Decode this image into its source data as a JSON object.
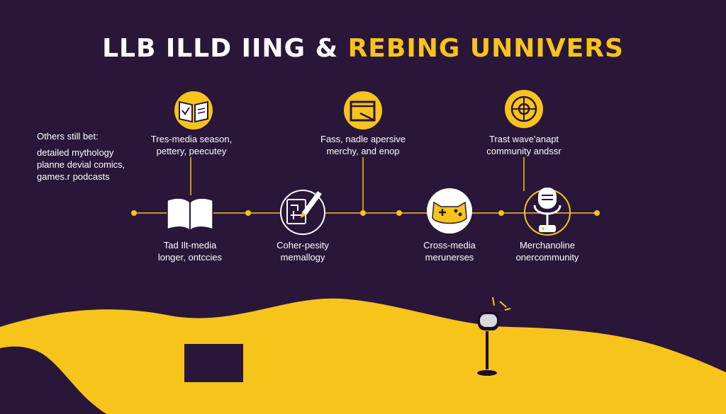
{
  "title": {
    "part1": "LLB ILLD IING &",
    "part2": "REBING UNNIVERS"
  },
  "colors": {
    "background": "#2a1639",
    "accent": "#f7c41b",
    "text": "#ffffff"
  },
  "side_note": {
    "line1": "Others still bet:",
    "line2": "detailed mythology",
    "line3": "planne devial comics,",
    "line4": "games.r podcasts"
  },
  "top_nodes": [
    {
      "icon": "open-book-icon",
      "line1": "Tres-media season,",
      "line2": "pettery, peecutey"
    },
    {
      "icon": "folder-box-icon",
      "line1": "Fass, nadle apersive",
      "line2": "merchy, and enop"
    },
    {
      "icon": "globe-icon",
      "line1": "Trast wave'anapt",
      "line2": "community andssr"
    }
  ],
  "bottom_nodes": [
    {
      "icon": "book-icon",
      "line1": "Tad Ilt-media",
      "line2": "longer, ontccies"
    },
    {
      "icon": "circuit-pen-icon",
      "line1": "Coher-pesity",
      "line2": "memallogy"
    },
    {
      "icon": "gamepad-cat-icon",
      "line1": "Cross-media",
      "line2": "merunerses"
    },
    {
      "icon": "microphone-icon",
      "line1": "Merchanoline",
      "line2": "onercommunity"
    }
  ]
}
